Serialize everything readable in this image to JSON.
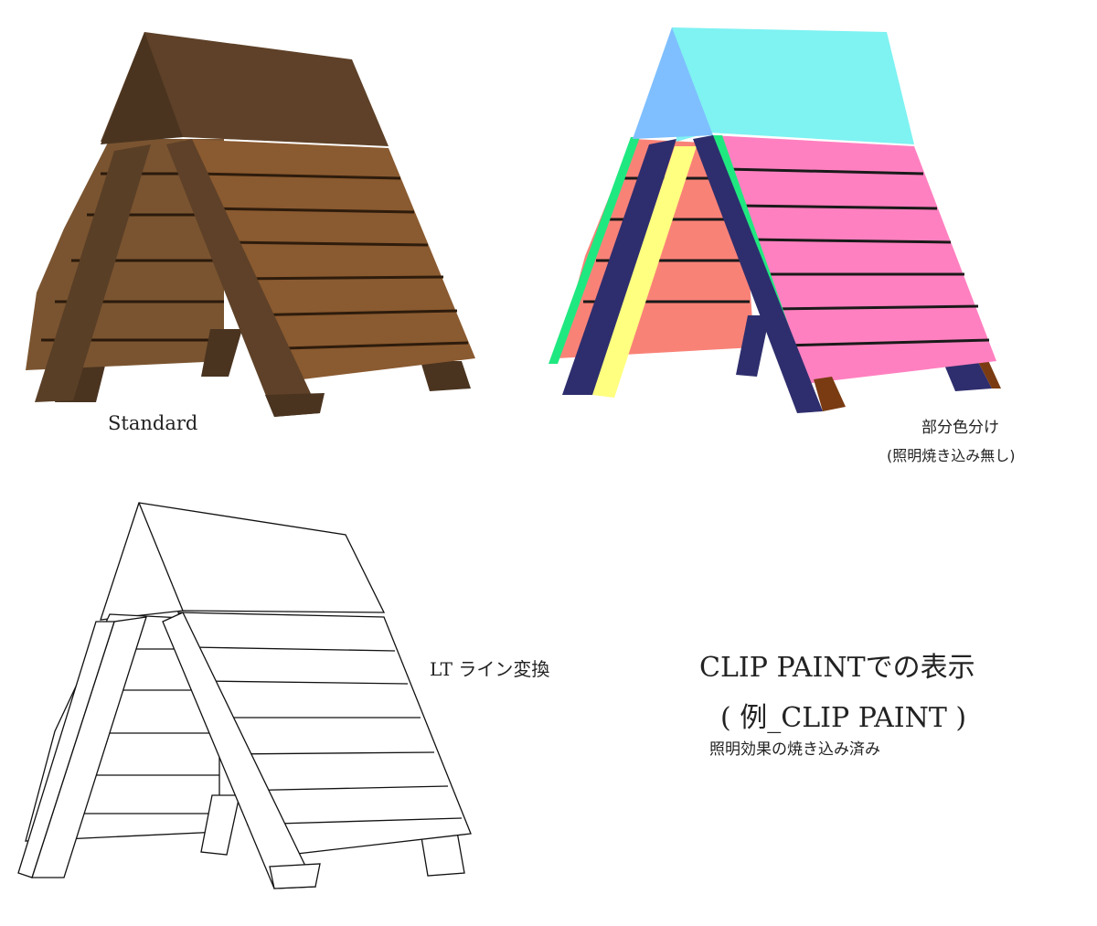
{
  "captions": {
    "standard": "Standard",
    "parts_line1": "部分色分け",
    "parts_line2": "(照明焼き込み無し)",
    "line_convert": "LT ライン変換",
    "clip_title": "CLIP PAINTでの表示",
    "clip_example": "( 例_CLIP PAINT )",
    "clip_note": "照明効果の焼き込み済み"
  },
  "colors": {
    "wood_dark": "#4a3420",
    "wood_mid": "#6b4a2b",
    "wood_light": "#8a6240",
    "roof_cyan": "#7ff2f2",
    "roof_blue": "#7fbfff",
    "board_pink": "#ff80c0",
    "board_salmon": "#f98277",
    "leg_navy": "#2e2e6e",
    "leg_yellow": "#ffff80",
    "edge_green": "#20e880",
    "foot_brown": "#7a3b12"
  }
}
